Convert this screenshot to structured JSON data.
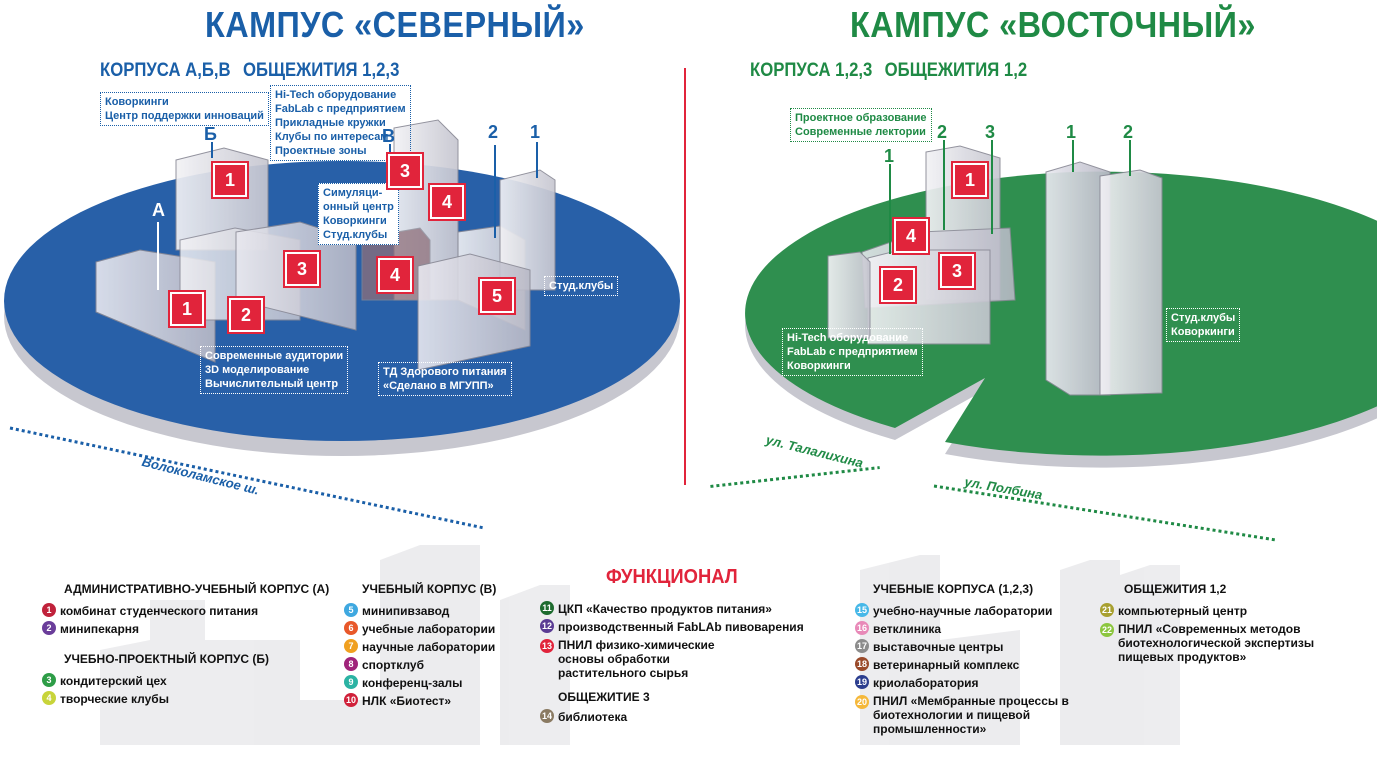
{
  "north": {
    "title": "КАМПУС «СЕВЕРНЫЙ»",
    "subtitle_a": "КОРПУСА А,Б,В",
    "subtitle_b": "ОБЩЕЖИТИЯ 1,2,3",
    "color": "#1a5fa8",
    "box_coworking": [
      "Коворкинги",
      "Центр поддержки инноваций"
    ],
    "box_hitech": [
      "Hi-Tech оборудование",
      "FabLab с предприятием",
      "Прикладные кружки",
      "Клубы по интересам",
      "Проектные зоны"
    ],
    "box_sim": [
      "Симуляци-",
      "онный центр",
      "Коворкинги",
      "Студ.клубы"
    ],
    "box_clubs": [
      "Студ.клубы"
    ],
    "box_aud": [
      "Современные аудитории",
      "3D моделирование",
      "Вычислительный центр"
    ],
    "box_td": [
      "ТД Здорового питания",
      "«Сделано в МГУПП»"
    ],
    "building_labels": {
      "a": "А",
      "b": "Б",
      "v": "В",
      "d2": "2",
      "d1": "1"
    },
    "badges": {
      "b1": "1",
      "b2": "2",
      "b3": "3",
      "b4": "4",
      "b5": "5",
      "c1": "1",
      "c3": "3",
      "c4": "4"
    },
    "street": "Волоколамское ш."
  },
  "east": {
    "title": "КАМПУС «ВОСТОЧНЫЙ»",
    "subtitle_a": "КОРПУСА 1,2,3",
    "subtitle_b": "ОБЩЕЖИТИЯ 1,2",
    "color": "#1f8a45",
    "box_project": [
      "Проектное образование",
      "Современные лектории"
    ],
    "box_hitech": [
      "Hi-Tech оборудование",
      "FabLab с предприятием",
      "Коворкинги"
    ],
    "box_clubs": [
      "Студ.клубы",
      "Коворкинги"
    ],
    "building_labels": {
      "k1": "1",
      "k2": "2",
      "k3": "3",
      "d1": "1",
      "d2": "2"
    },
    "badges": {
      "b1": "1",
      "b2": "2",
      "b3": "3",
      "b4": "4"
    },
    "street_1": "ул. Талалихина",
    "street_2": "ул. Полбина"
  },
  "functional": {
    "title": "ФУНКЦИОНАЛ",
    "groups": [
      {
        "heading": "АДМИНИСТРАТИВНО-УЧЕБНЫЙ КОРПУС (А)",
        "items": [
          {
            "n": "1",
            "text": "комбинат студенческого питания",
            "color": "#c0223b"
          },
          {
            "n": "2",
            "text": "минипекарня",
            "color": "#6a3d9a"
          }
        ]
      },
      {
        "heading": "УЧЕБНО-ПРОЕКТНЫЙ КОРПУС (Б)",
        "items": [
          {
            "n": "3",
            "text": "кондитерский цех",
            "color": "#2e9d47"
          },
          {
            "n": "4",
            "text": "творческие клубы",
            "color": "#c8d43a"
          }
        ]
      },
      {
        "heading": "УЧЕБНЫЙ КОРПУС (В)",
        "items": [
          {
            "n": "5",
            "text": "минипивзавод",
            "color": "#3fa8e0"
          },
          {
            "n": "6",
            "text": "учебные лаборатории",
            "color": "#e8582a"
          },
          {
            "n": "7",
            "text": "научные лаборатории",
            "color": "#f0a020"
          },
          {
            "n": "8",
            "text": "спортклуб",
            "color": "#a0237a"
          },
          {
            "n": "9",
            "text": "конференц-залы",
            "color": "#2bb3a3"
          },
          {
            "n": "10",
            "text": "НЛК «Биотест»",
            "color": "#d0203a"
          }
        ]
      },
      {
        "heading": "",
        "items": [
          {
            "n": "11",
            "text": "ЦКП «Качество продуктов питания»",
            "color": "#1d6b2e"
          },
          {
            "n": "12",
            "text": "производственный FabLAb пивоварения",
            "color": "#5a3c94"
          },
          {
            "n": "13",
            "text": "ПНИЛ физико-химические основы обработки растительного сырья",
            "color": "#e1243b"
          }
        ]
      },
      {
        "heading": "ОБЩЕЖИТИЕ 3",
        "items": [
          {
            "n": "14",
            "text": "библиотека",
            "color": "#8a7a62"
          }
        ]
      },
      {
        "heading": "УЧЕБНЫЕ КОРПУСА (1,2,3)",
        "items": [
          {
            "n": "15",
            "text": "учебно-научные лаборатории",
            "color": "#47b8e8"
          },
          {
            "n": "16",
            "text": "ветклиника",
            "color": "#e889b8"
          },
          {
            "n": "17",
            "text": "выставочные центры",
            "color": "#8c8c8c"
          },
          {
            "n": "18",
            "text": "ветеринарный комплекс",
            "color": "#9a4a2a"
          },
          {
            "n": "19",
            "text": "криолаборатория",
            "color": "#2c3e8f"
          },
          {
            "n": "20",
            "text": "ПНИЛ «Мембранные процессы в биотехнологии и пищевой промышленности»",
            "color": "#f5b83a"
          }
        ]
      },
      {
        "heading": "ОБЩЕЖИТИЯ 1,2",
        "items": [
          {
            "n": "21",
            "text": "компьютерный центр",
            "color": "#a8a030"
          },
          {
            "n": "22",
            "text": "ПНИЛ «Современных методов биотехнологической экспертизы пищевых продуктов»",
            "color": "#8cc63f"
          }
        ]
      }
    ]
  }
}
